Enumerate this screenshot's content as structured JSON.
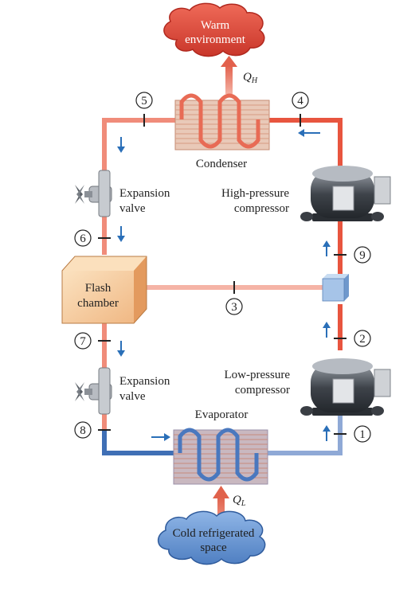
{
  "labels": {
    "warm_line1": "Warm",
    "warm_line2": "environment",
    "qh": "Q",
    "qh_sub": "H",
    "condenser": "Condenser",
    "exp_top_line1": "Expansion",
    "exp_top_line2": "valve",
    "hp_line1": "High-pressure",
    "hp_line2": "compressor",
    "flash_line1": "Flash",
    "flash_line2": "chamber",
    "exp_bot_line1": "Expansion",
    "exp_bot_line2": "valve",
    "lp_line1": "Low-pressure",
    "lp_line2": "compressor",
    "evaporator": "Evaporator",
    "ql": "Q",
    "ql_sub": "L",
    "cold_line1": "Cold refrigerated",
    "cold_line2": "space"
  },
  "states": [
    "1",
    "2",
    "3",
    "4",
    "5",
    "6",
    "7",
    "8",
    "9"
  ],
  "colors": {
    "hot_pipe": "#f08c7a",
    "hot_pipe_bright": "#e8553f",
    "cold_pipe": "#3f6fb5",
    "warm_cloud": "#e0483a",
    "cold_cloud": "#6e9ad4",
    "flash_box": "#f6d0a4",
    "arrow": "#2a6fb8"
  }
}
